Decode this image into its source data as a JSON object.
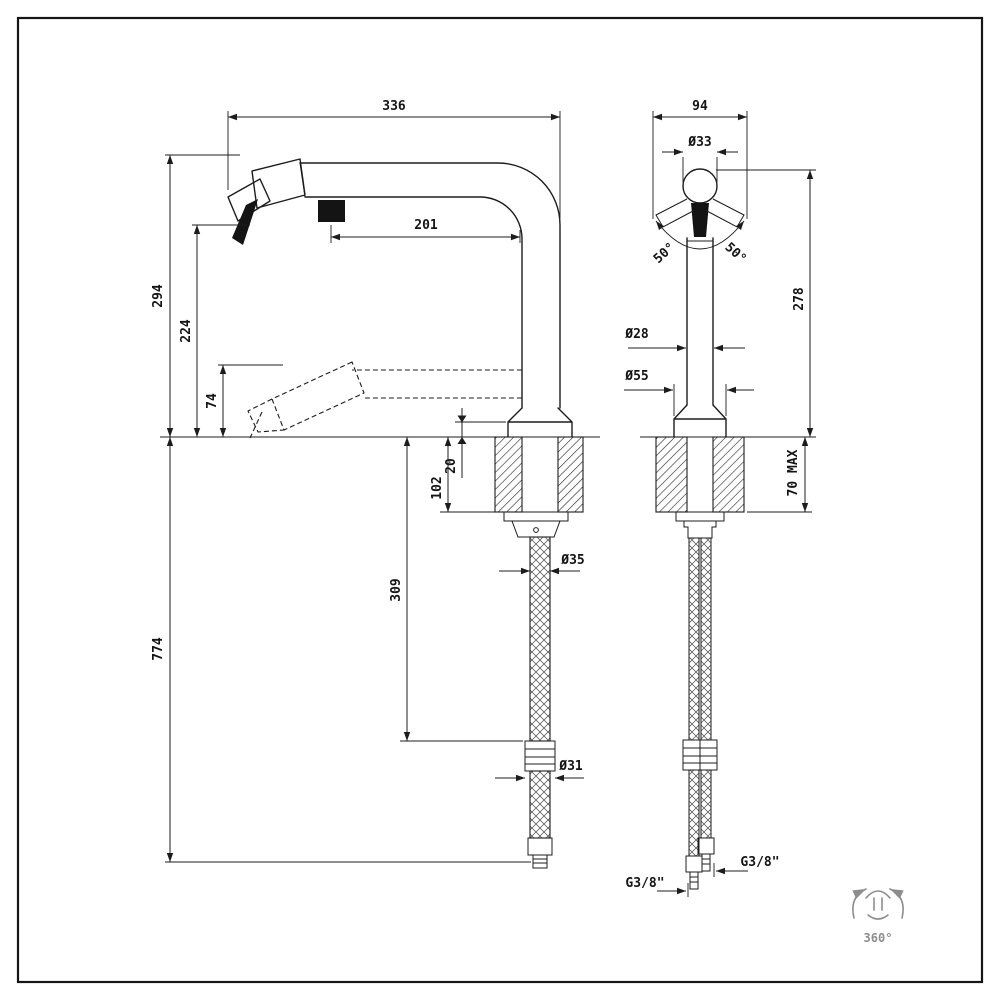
{
  "dims": {
    "w336": "336",
    "w94": "94",
    "d33": "Ø33",
    "a50_left": "50°",
    "a50_right": "50°",
    "h294": "294",
    "h224": "224",
    "h74": "74",
    "h201": "201",
    "h278": "278",
    "d28": "Ø28",
    "d55": "Ø55",
    "h20": "20",
    "h102": "102",
    "h70max": "70 MAX",
    "h309": "309",
    "d35": "Ø35",
    "h774": "774",
    "d31": "Ø31",
    "g38_left": "G3/8\"",
    "g38_right": "G3/8\"",
    "rot360": "360°"
  }
}
